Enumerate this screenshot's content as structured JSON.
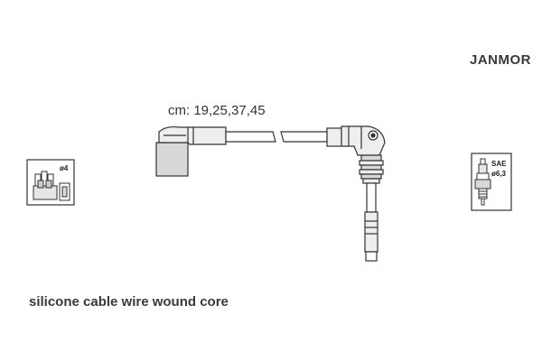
{
  "brand": "JANMOR",
  "lengths_label": "cm: 19,25,37,45",
  "caption": "silicone cable wire wound core",
  "distributor_box": {
    "label": "ø4",
    "icon": "distributor-cap-icon"
  },
  "plug_box": {
    "label_top": "SAE",
    "label_bottom": "ø6,3",
    "icon": "spark-plug-icon"
  },
  "colors": {
    "line": "#333333",
    "fill_light": "#eeeeee",
    "fill_mid": "#d8d8d8"
  }
}
